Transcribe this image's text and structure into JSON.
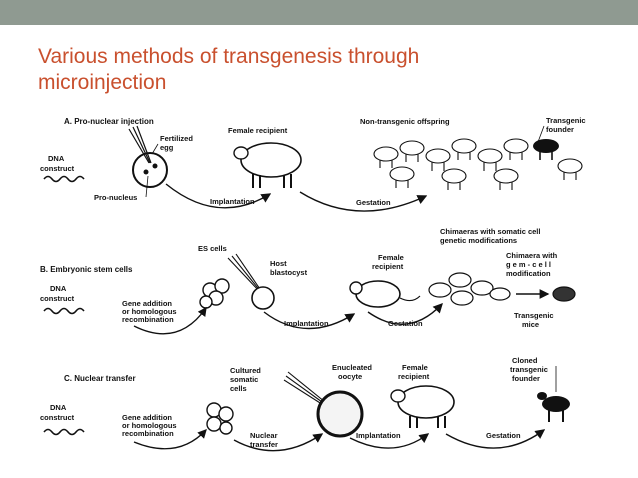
{
  "slide": {
    "title_line1": "Various methods of transgenesis through",
    "title_line2": "microinjection"
  },
  "colors": {
    "title": "#c9502e",
    "top_bar": "#8f9a91"
  },
  "diagram": {
    "panel_a": {
      "heading": "A. Pro-nuclear injection",
      "fertilized_1": "Fertilized",
      "fertilized_2": "egg",
      "dna_1": "DNA",
      "dna_2": "construct",
      "pronucleus": "Pro-nucleus",
      "female_recipient": "Female recipient",
      "implantation": "Implantation",
      "non_transgenic": "Non-transgenic offspring",
      "transgenic_1": "Transgenic",
      "transgenic_2": "founder",
      "gestation": "Gestation"
    },
    "panel_b": {
      "heading": "B. Embryonic stem cells",
      "dna_1": "DNA",
      "dna_2": "construct",
      "es_cells": "ES cells",
      "gene_1": "Gene addition",
      "gene_2": "or homologous",
      "gene_3": "recombination",
      "host_1": "Host",
      "host_2": "blastocyst",
      "implantation": "Implantation",
      "female_1": "Female",
      "female_2": "recipient",
      "gestation": "Gestation",
      "chimaeras_somatic_1": "Chimaeras with somatic cell",
      "chimaeras_somatic_2": "genetic modifications",
      "chimaera_germ_1": "Chimaera with",
      "chimaera_germ_2": "g e m - c e l l",
      "chimaera_germ_3": "modification",
      "transgenic_1": "Transgenic",
      "transgenic_2": "mice"
    },
    "panel_c": {
      "heading": "C. Nuclear transfer",
      "cultured_1": "Cultured",
      "cultured_2": "somatic",
      "cultured_3": "cells",
      "dna_1": "DNA",
      "dna_2": "construct",
      "gene_1": "Gene addition",
      "gene_2": "or homologous",
      "gene_3": "recombination",
      "enucleated_1": "Enucleated",
      "enucleated_2": "oocyte",
      "nuclear_1": "Nuclear",
      "nuclear_2": "transfer",
      "female_1": "Female",
      "female_2": "recipient",
      "implantation": "Implantation",
      "cloned_1": "Cloned",
      "cloned_2": "transgenic",
      "cloned_3": "founder",
      "gestation": "Gestation"
    }
  }
}
